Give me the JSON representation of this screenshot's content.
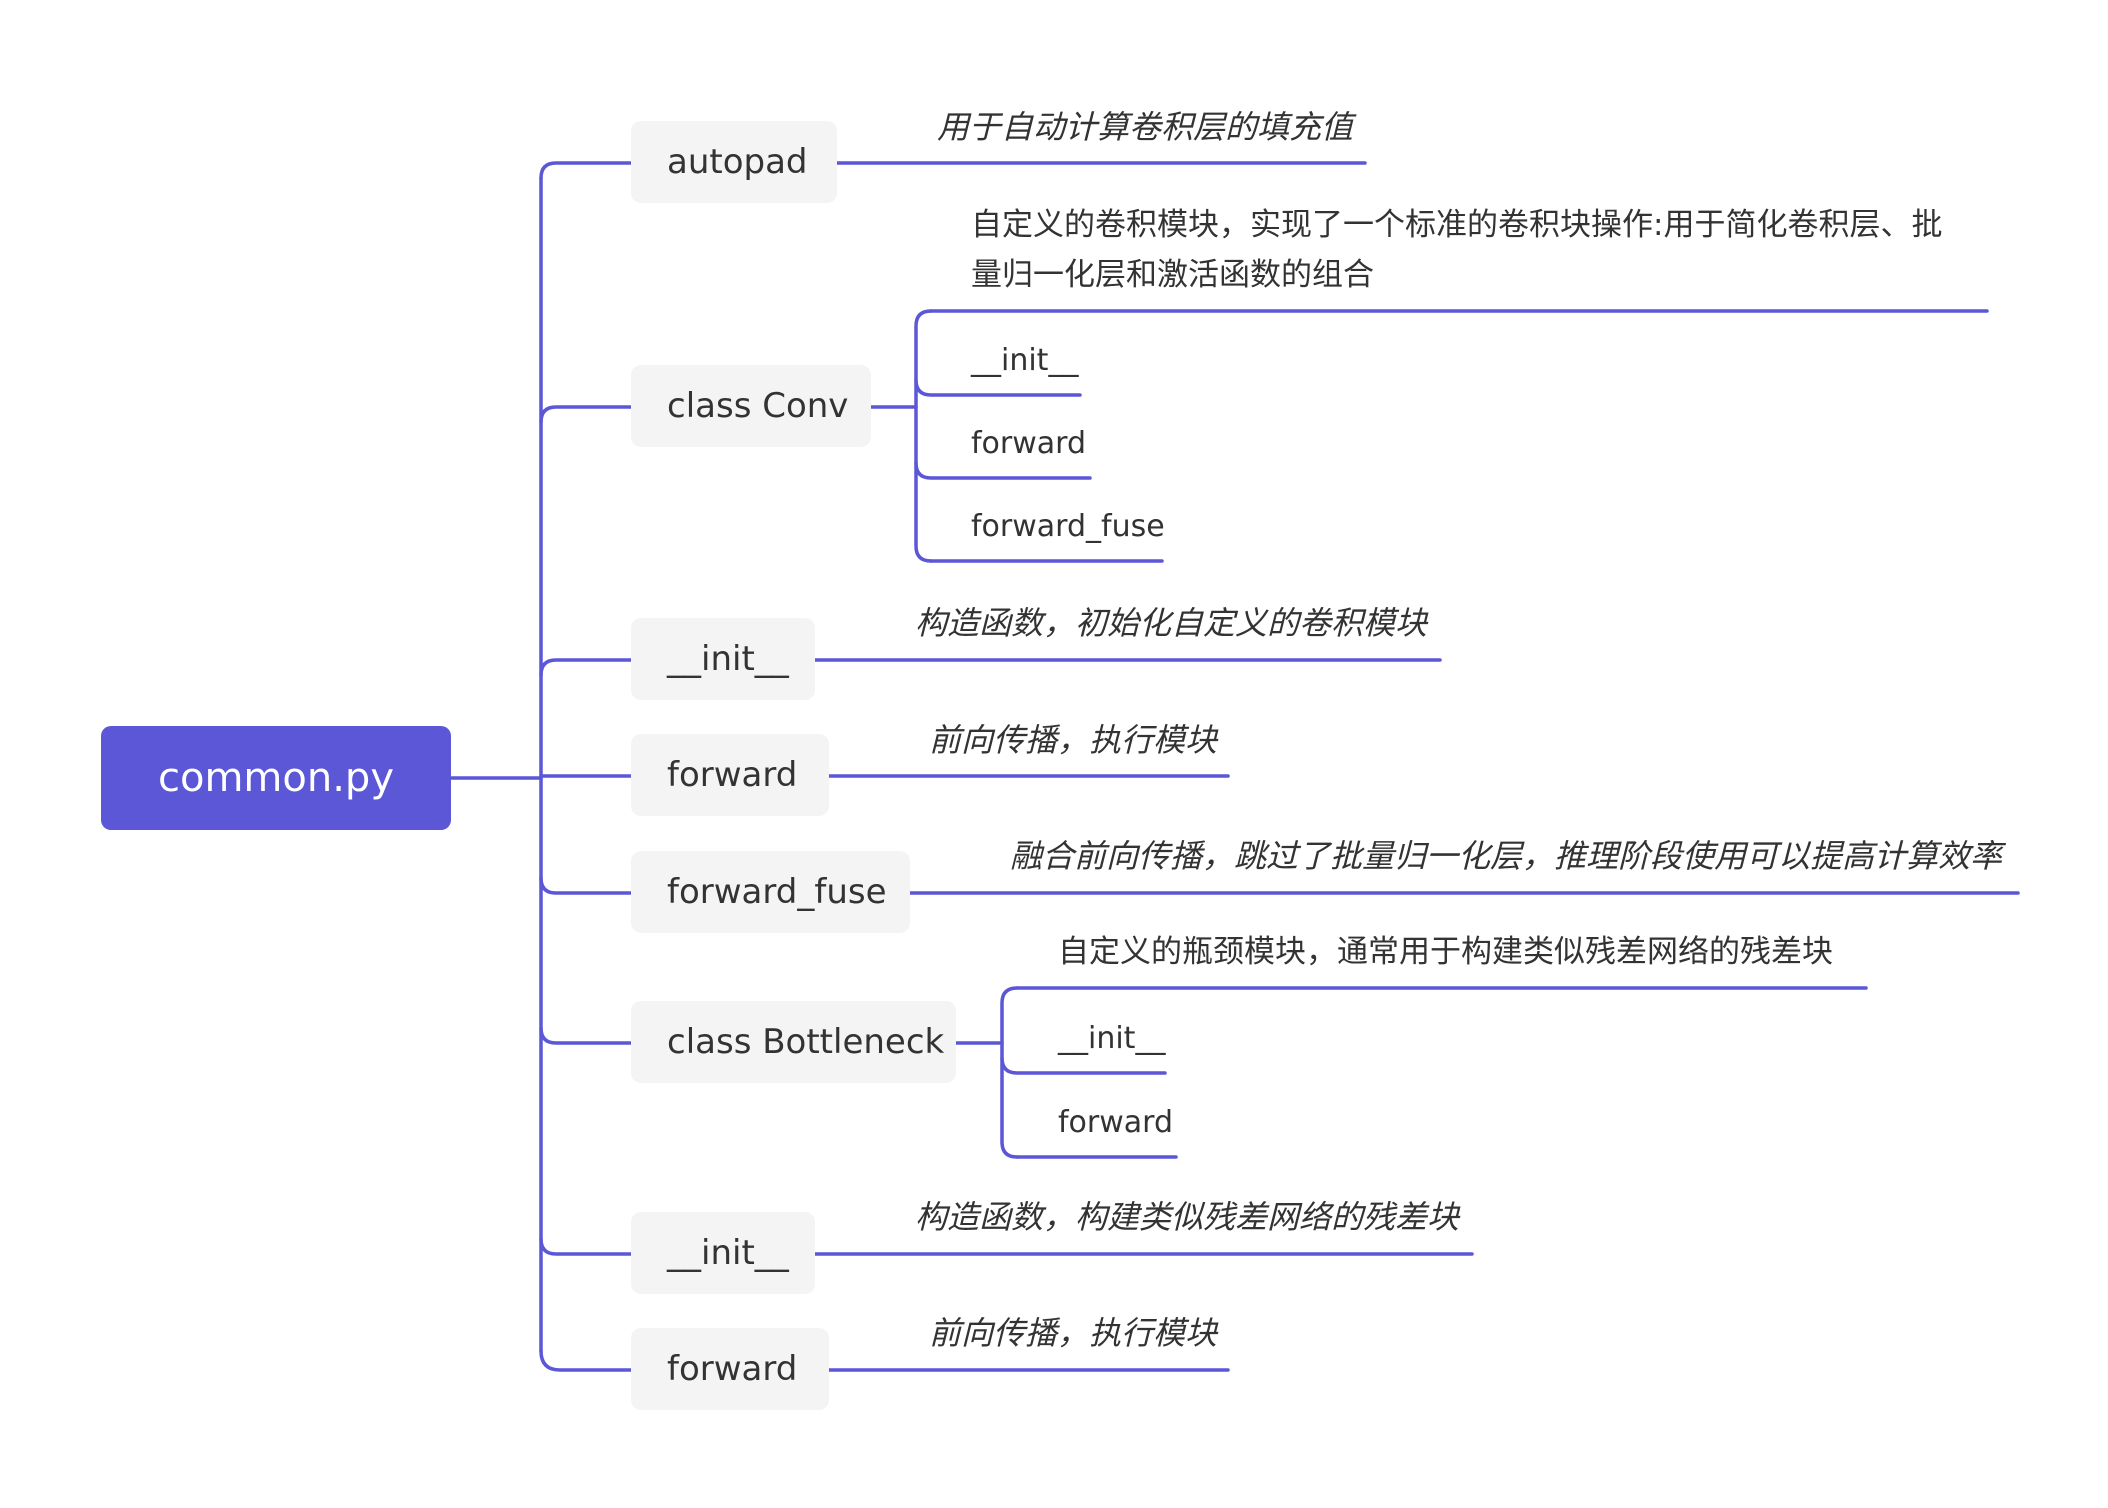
{
  "diagram": {
    "root": {
      "label": "common.py"
    },
    "children": [
      {
        "label": "autopad",
        "note": "用于自动计算卷积层的填充值"
      },
      {
        "label": "class Conv",
        "description_line1": "自定义的卷积模块，实现了一个标准的卷积块操作:用于简化卷积层、批",
        "description_line2": "量归一化层和激活函数的组合",
        "items": [
          "__init__",
          "forward",
          "forward_fuse"
        ]
      },
      {
        "label": "__init__",
        "note": "构造函数，初始化自定义的卷积模块"
      },
      {
        "label": "forward",
        "note": "前向传播，执行模块"
      },
      {
        "label": "forward_fuse",
        "note": "融合前向传播，跳过了批量归一化层，推理阶段使用可以提高计算效率"
      },
      {
        "label": "class Bottleneck",
        "description": "自定义的瓶颈模块，通常用于构建类似残差网络的残差块",
        "items": [
          "__init__",
          "forward"
        ]
      },
      {
        "label": "__init__",
        "note": "构造函数，构建类似残差网络的残差块"
      },
      {
        "label": "forward",
        "note": "前向传播，执行模块"
      }
    ]
  },
  "colors": {
    "root_fill": "#5b57d7",
    "line": "#5b57d7",
    "node_fill": "#f4f4f4",
    "text": "#333333"
  }
}
